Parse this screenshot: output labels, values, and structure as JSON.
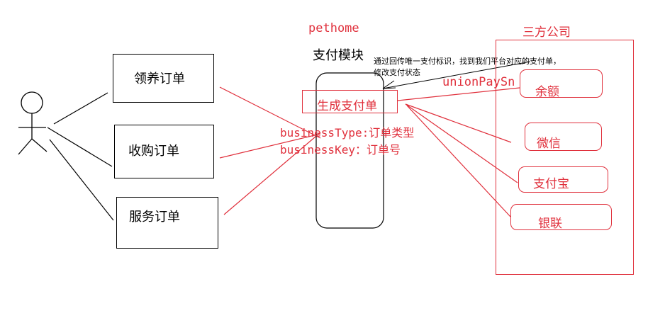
{
  "actor": {
    "icon": "stick-figure-user-icon"
  },
  "orders": [
    {
      "label": "领养订单"
    },
    {
      "label": "收购订单"
    },
    {
      "label": "服务订单"
    }
  ],
  "payment_module": {
    "system": "pethome",
    "title": "支付模块",
    "create_label": "生成支付单",
    "business_type": "businessType:订单类型",
    "business_key": "businessKey：订单号",
    "callback_note_line1": "通过回传唯一支付标识，找到我们平台对应的支付单，",
    "callback_note_line2": "修改支付状态"
  },
  "union_pay_sn": "unionPaySn",
  "third_party": {
    "title": "三方公司",
    "methods": [
      {
        "label": "余额"
      },
      {
        "label": "微信"
      },
      {
        "label": "支付宝"
      },
      {
        "label": "银联"
      }
    ]
  },
  "colors": {
    "accent_red": "#e0303c",
    "line_black": "#000000"
  }
}
